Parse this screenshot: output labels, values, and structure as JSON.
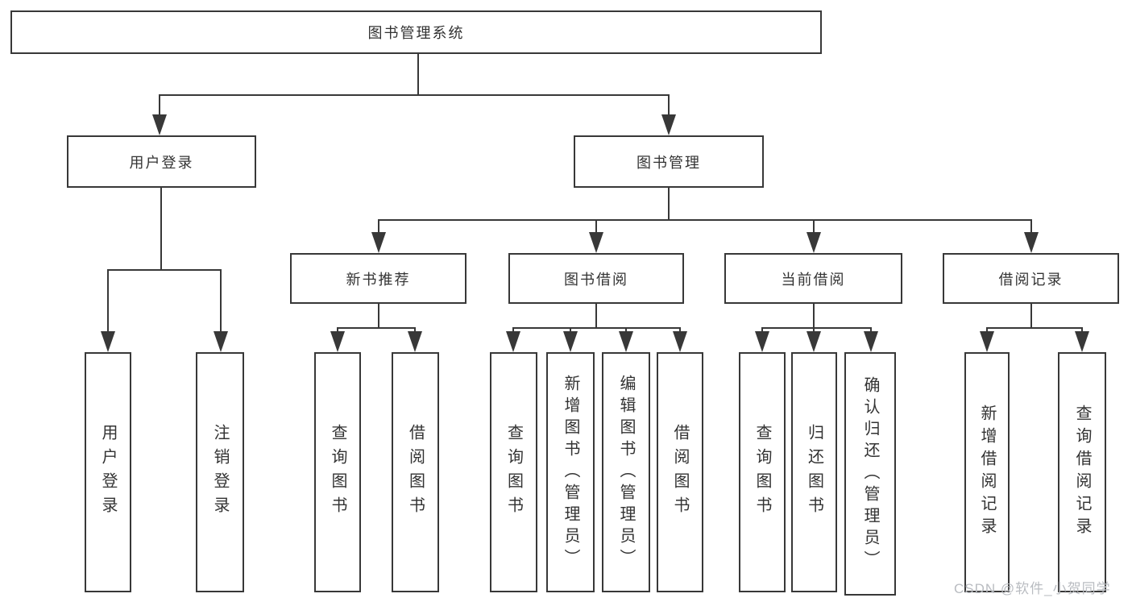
{
  "tree": {
    "label": "图书管理系统",
    "children": [
      {
        "label": "用户登录",
        "children": [
          {
            "label": "用户登录"
          },
          {
            "label": "注销登录"
          }
        ]
      },
      {
        "label": "图书管理",
        "children": [
          {
            "label": "新书推荐",
            "children": [
              {
                "label": "查询图书"
              },
              {
                "label": "借阅图书"
              }
            ]
          },
          {
            "label": "图书借阅",
            "children": [
              {
                "label": "查询图书"
              },
              {
                "label": "新增图书（管理员）"
              },
              {
                "label": "编辑图书（管理员）"
              },
              {
                "label": "借阅图书"
              }
            ]
          },
          {
            "label": "当前借阅",
            "children": [
              {
                "label": "查询图书"
              },
              {
                "label": "归还图书"
              },
              {
                "label": "确认归还（管理员）"
              }
            ]
          },
          {
            "label": "借阅记录",
            "children": [
              {
                "label": "新增借阅记录"
              },
              {
                "label": "查询借阅记录"
              }
            ]
          }
        ]
      }
    ]
  },
  "watermark": {
    "text": "CSDN @软件_小贺同学"
  },
  "colors": {
    "line": "#383838",
    "text": "#333333",
    "background": "#ffffff",
    "watermark": "#b9bcc1"
  }
}
